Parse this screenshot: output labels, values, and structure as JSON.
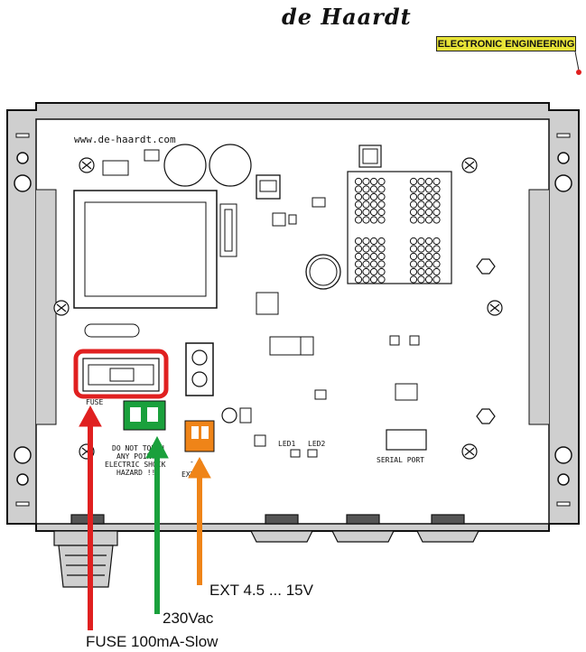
{
  "logo": {
    "script_text": "de Haardt",
    "bar_text": "ELECTRONIC ENGINEERING"
  },
  "board": {
    "url": "www.de-haardt.com",
    "fuse_label": "FUSE",
    "warning_lines": [
      "DO NOT TOUCH",
      "ANY POINTS",
      "ELECTRIC SHOCK",
      "HAZARD !!!"
    ],
    "polarity": "- +",
    "ext_dc_label": "EXT DC",
    "led1_label": "LED1",
    "led2_label": "LED2",
    "serial_port_label": "SERIAL PORT"
  },
  "callouts": {
    "ext": "EXT 4.5 ... 15V",
    "mains": "230Vac",
    "fuse": "FUSE 100mA-Slow"
  },
  "colors": {
    "fuse_highlight": "#e02020",
    "mains_arrow": "#1aa03c",
    "ext_arrow": "#ef8418",
    "terminal_green": "#1aa03c",
    "terminal_orange": "#ef8418",
    "logo_bar": "#e7e337"
  },
  "icons": {
    "screw": "screw-icon",
    "mount_hole": "mounting-hole-icon"
  }
}
